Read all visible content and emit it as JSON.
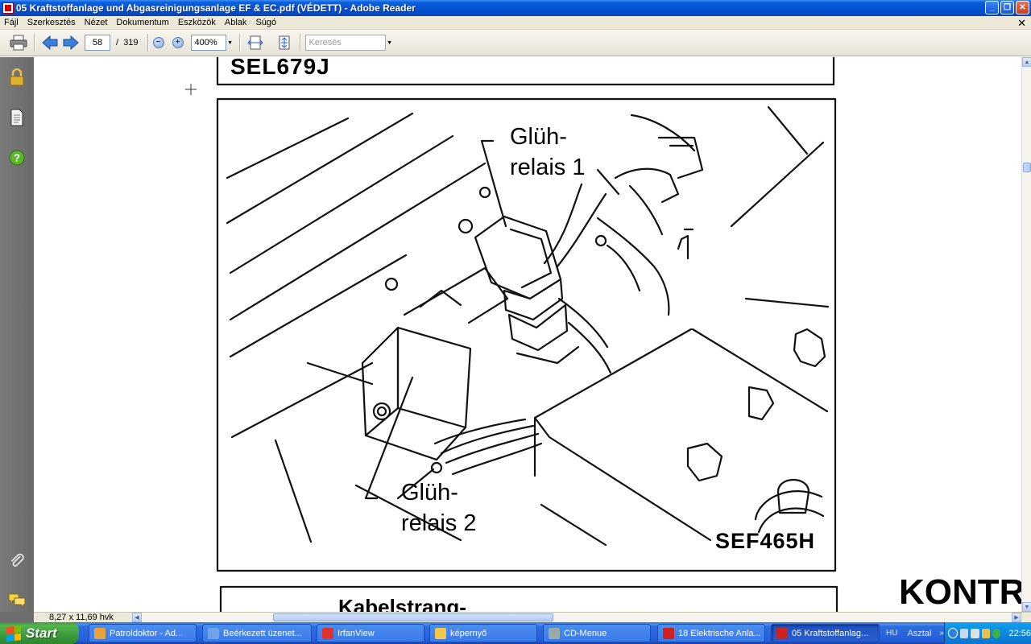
{
  "window": {
    "title": "05 Kraftstoffanlage und Abgasreinigungsanlage EF & EC.pdf (VÉDETT) - Adobe Reader",
    "buttons": {
      "minimize": "_",
      "maximize": "❐",
      "close": "✕"
    }
  },
  "menu": {
    "items": [
      "Fájl",
      "Szerkesztés",
      "Nézet",
      "Dokumentum",
      "Eszközök",
      "Ablak",
      "Súgó"
    ],
    "close_glyph": "✕"
  },
  "toolbar": {
    "current_page": "58",
    "page_separator": "/",
    "total_pages": "319",
    "zoom": "400%",
    "search_placeholder": "Keresés"
  },
  "nav_icons": [
    "lock-icon",
    "pages-icon",
    "help-icon",
    "attachment-icon",
    "comments-icon"
  ],
  "document": {
    "top_ref": "SEL679J",
    "callout_1_line1": "Glüh-",
    "callout_1_line2": "relais 1",
    "callout_2_line1": "Glüh-",
    "callout_2_line2": "relais 2",
    "figure_ref": "SEF465H",
    "bottom_heading": "Kabelstrang-",
    "side_heading": "KONTR"
  },
  "status": {
    "page_size": "8,27 x 11,69 hvk"
  },
  "taskbar": {
    "start_label": "Start",
    "tasks": [
      {
        "label": "Patroldoktor - Ad...",
        "icon_color": "#e8a23a",
        "active": false
      },
      {
        "label": "Beérkezett üzenet...",
        "icon_color": "#6fa3e8",
        "active": false
      },
      {
        "label": "IrfanView",
        "icon_color": "#d33",
        "active": false
      },
      {
        "label": "képernyő",
        "icon_color": "#f2c94c",
        "active": false
      },
      {
        "label": "CD-Menue",
        "icon_color": "#9aa",
        "active": false
      },
      {
        "label": "18 Elektrische Anla...",
        "icon_color": "#c22",
        "active": false
      },
      {
        "label": "05 Kraftstoffanlag...",
        "icon_color": "#c22",
        "active": true
      }
    ],
    "language": "HU",
    "desktop_label": "Asztal",
    "clock": "22:56"
  },
  "colors": {
    "title_bar": "#0650d0",
    "menu_bg": "#ece9d8",
    "nav_pane": "#6f6f6f",
    "taskbar": "#245edb",
    "start_button": "#3c9a3c",
    "tray": "#0c88e0"
  }
}
